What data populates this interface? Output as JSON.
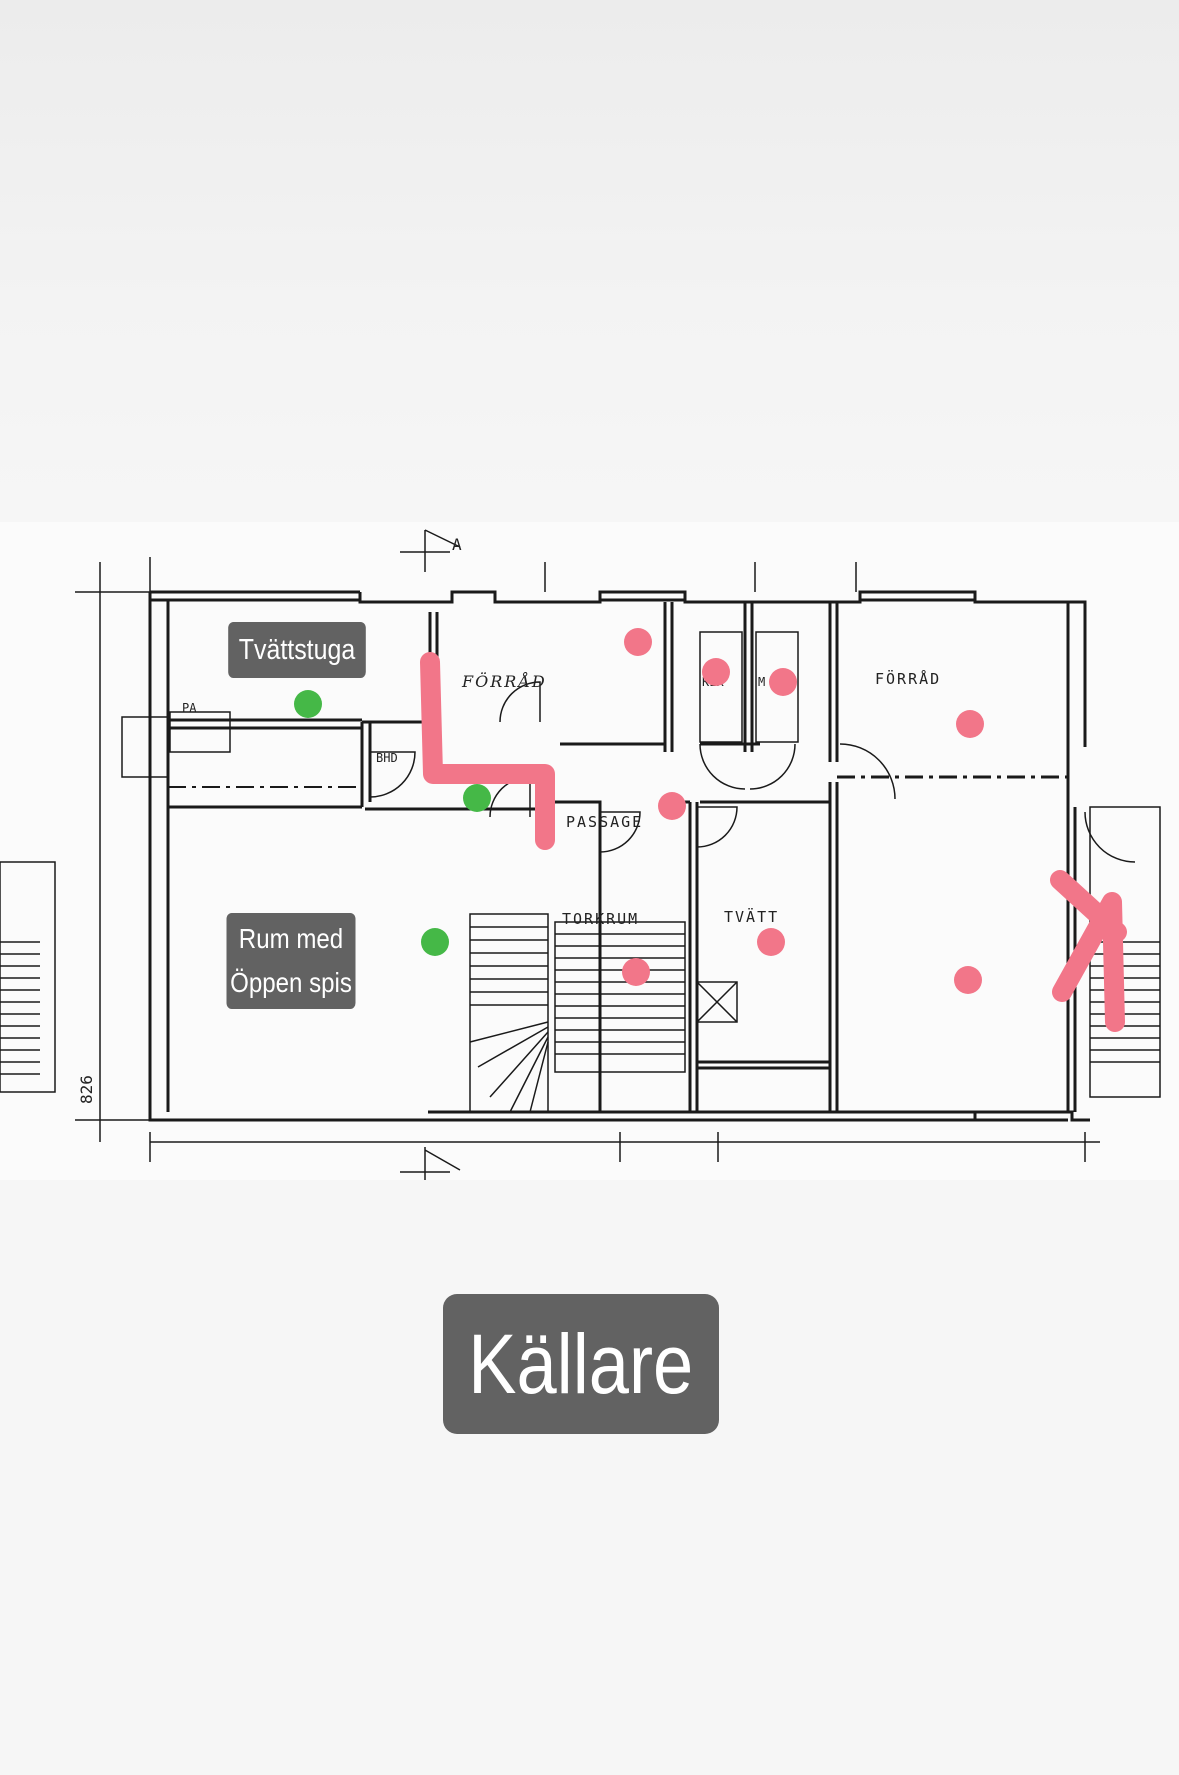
{
  "plan": {
    "rooms": {
      "forrad_left": "FÖRRÅD",
      "klk": "KLK",
      "m": "M",
      "forrad_right": "FÖRRÅD",
      "passage": "PASSAGE",
      "torkrum": "TORKRUM",
      "tvatt": "TVÄTT",
      "bhd": "BHD",
      "pa": "PA"
    },
    "dimension": "826",
    "section_mark": "A",
    "marker_colors": {
      "green": "#45b847",
      "pink": "#f27689",
      "path": "#f27689"
    }
  },
  "tags": {
    "tvattstuga": "Tvättstuga",
    "rum_line1": "Rum med",
    "rum_line2": "Öppen spis"
  },
  "floor_title": "Källare"
}
